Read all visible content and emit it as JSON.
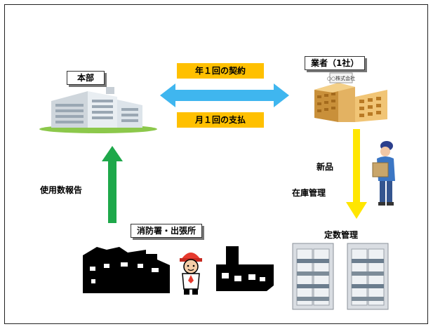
{
  "labels": {
    "honbu": "本部",
    "gyosha": "業者（1社）",
    "keiyaku": "年１回の契約",
    "shiharai": "月１回の支払",
    "shiyou": "使用数報告",
    "shinpin": "新品",
    "zaiko": "在庫管理",
    "shobosho": "消防署・出張所",
    "teisu": "定数管理"
  },
  "vendor_sign": "○○株式会社",
  "colors": {
    "yellow_label": "#ffc000",
    "blue_arrow": "#3fb6ef",
    "green_arrow": "#1ea84a",
    "yellow_arrow": "#ffe600"
  }
}
